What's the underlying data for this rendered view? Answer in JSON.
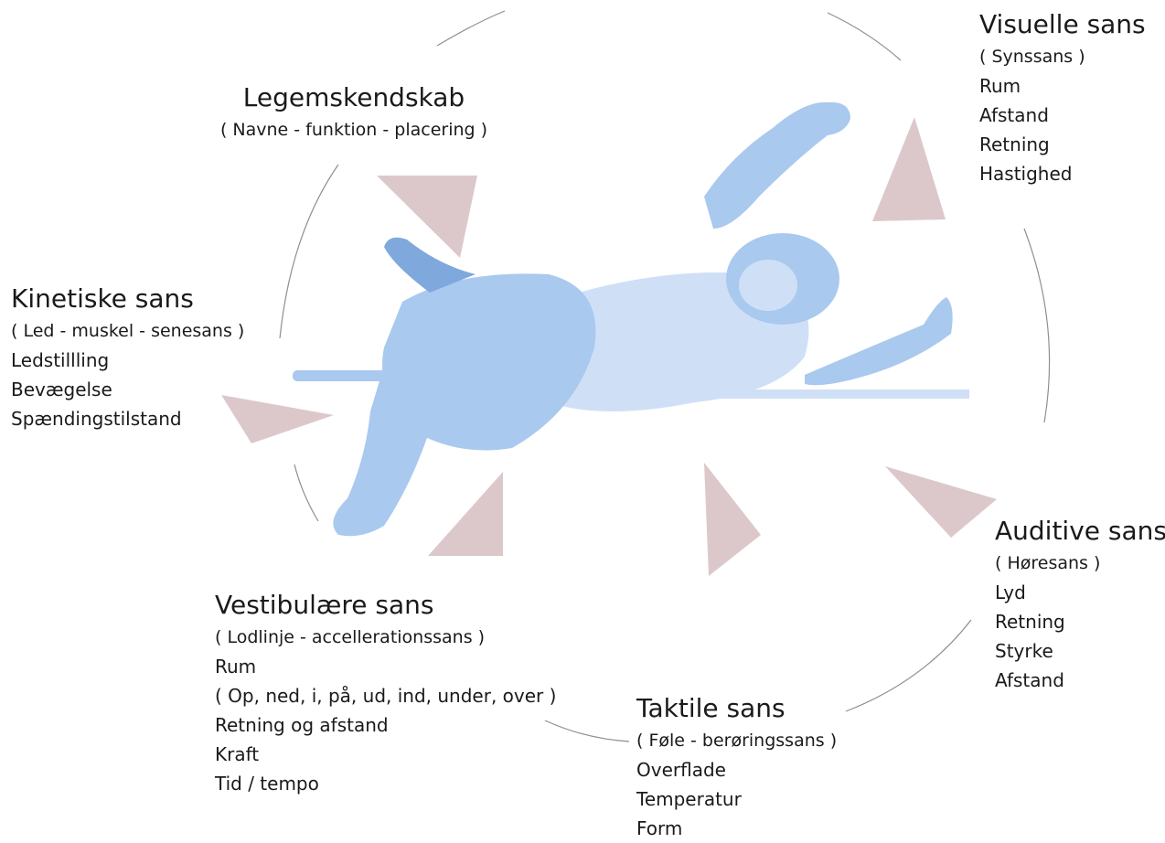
{
  "colors": {
    "triangle": "#dcc8cb",
    "circle_line": "#8f8f8f",
    "figure_main": "#a9c9ee",
    "figure_light": "#cfe0f6",
    "figure_dark": "#7fa9dc",
    "text": "#1a1a1a"
  },
  "groups": {
    "legemskendskab": {
      "title": "Legemskendskab",
      "subtitle": "( Navne - funktion - placering )",
      "items": []
    },
    "visuelle": {
      "title": "Visuelle sans",
      "subtitle": "( Synssans )",
      "items": [
        "Rum",
        "Afstand",
        "Retning",
        "Hastighed"
      ]
    },
    "kinetiske": {
      "title": "Kinetiske sans",
      "subtitle": "( Led - muskel - senesans )",
      "items": [
        "Ledstillling",
        "Bevægelse",
        "Spændingstilstand"
      ]
    },
    "auditive": {
      "title": "Auditive sans",
      "subtitle": "( Høresans )",
      "items": [
        "Lyd",
        "Retning",
        "Styrke",
        "Afstand"
      ]
    },
    "vestibulaere": {
      "title": "Vestibulære sans",
      "subtitle": "( Lodlinje - accellerationssans )",
      "items": [
        "Rum",
        "( Op, ned, i, på, ud, ind, under, over )",
        "Retning og afstand",
        "Kraft",
        "Tid / tempo"
      ]
    },
    "taktile": {
      "title": "Taktile sans",
      "subtitle": "( Føle - berøringssans )",
      "items": [
        "Overflade",
        "Temperatur",
        "Form"
      ]
    }
  }
}
